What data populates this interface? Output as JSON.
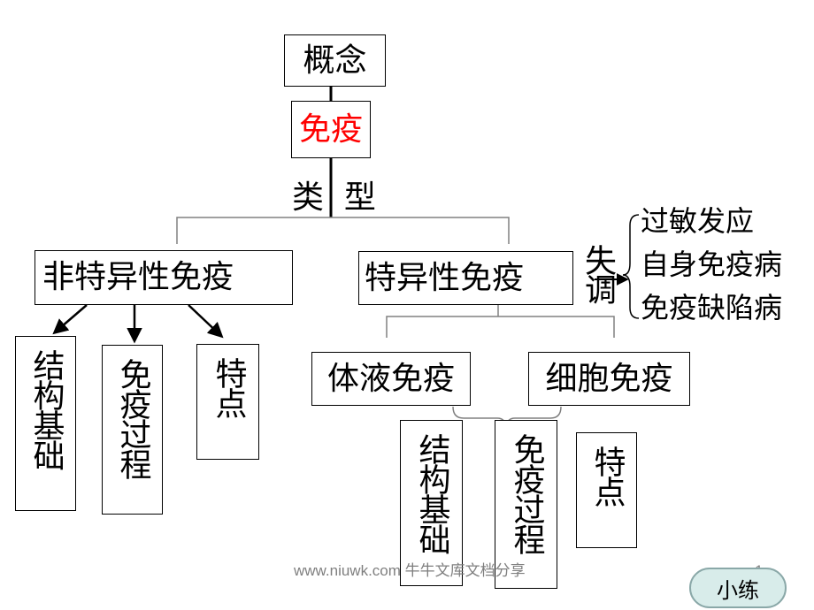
{
  "root": {
    "concept": "概念",
    "immunity": "免疫",
    "types": "类  型"
  },
  "nonspecific": {
    "title": "非特异性免疫",
    "children": [
      "结构基础",
      "免疫过程",
      "特点"
    ]
  },
  "specific": {
    "title": "特异性免疫",
    "imbalance_label": "失调",
    "disorders": [
      "过敏发应",
      "自身免疫病",
      "免疫缺陷病"
    ],
    "humoral": "体液免疫",
    "cellular": "细胞免疫",
    "children": [
      "结构基础",
      "免疫过程",
      "特点"
    ]
  },
  "footer": {
    "watermark": "www.niuwk.com 牛牛文库文档分享",
    "page_number": "1",
    "practice_button": "小练"
  },
  "colors": {
    "accent_red": "#ff0000",
    "line": "#000000",
    "connector_gray": "#808080",
    "button_fill": "#d8ecea"
  }
}
